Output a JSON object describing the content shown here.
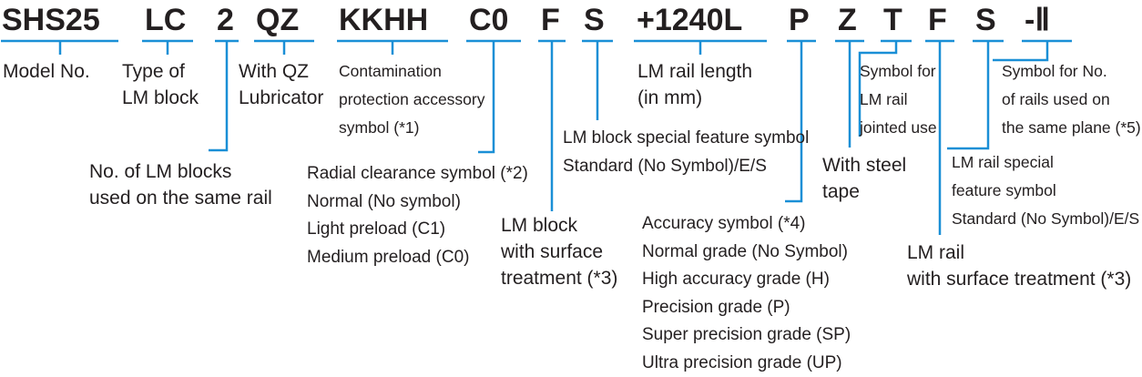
{
  "codes": [
    "SHS25",
    "LC",
    "2",
    "QZ",
    "KKHH",
    "C0",
    "F",
    "S",
    "+1240L",
    "P",
    "Z",
    "T",
    "F",
    "S",
    "-Ⅱ"
  ],
  "labels": {
    "model_no": "Model No.",
    "block_type": "Type of\nLM block",
    "qz": "With QZ\nLubricator",
    "contamination": "Contamination\nprotection accessory\nsymbol (*1)",
    "blocks_count": "No. of LM blocks\nused on the same rail",
    "radial_clearance": "Radial clearance symbol (*2)\nNormal (No symbol)\nLight preload (C1)\nMedium preload (C0)",
    "block_surface": "LM block\nwith surface\ntreatment (*3)",
    "block_special": "LM block special feature symbol\nStandard (No Symbol)/E/S",
    "rail_length": "LM rail length\n(in mm)",
    "accuracy": "Accuracy symbol (*4)\nNormal grade (No Symbol)\nHigh accuracy grade (H)\nPrecision grade (P)\nSuper precision grade (SP)\nUltra precision grade (UP)",
    "steel_tape": "With steel\ntape",
    "rail_jointed": "Symbol for\nLM rail\njointed use",
    "rail_special": "LM rail special\nfeature symbol\nStandard (No Symbol)/E/S",
    "rail_surface": "LM rail\nwith surface treatment (*3)",
    "rails_count": "Symbol for No.\nof rails used on\nthe same plane (*5)"
  },
  "colors": {
    "text": "#231f20",
    "line": "#1a8fd6"
  }
}
